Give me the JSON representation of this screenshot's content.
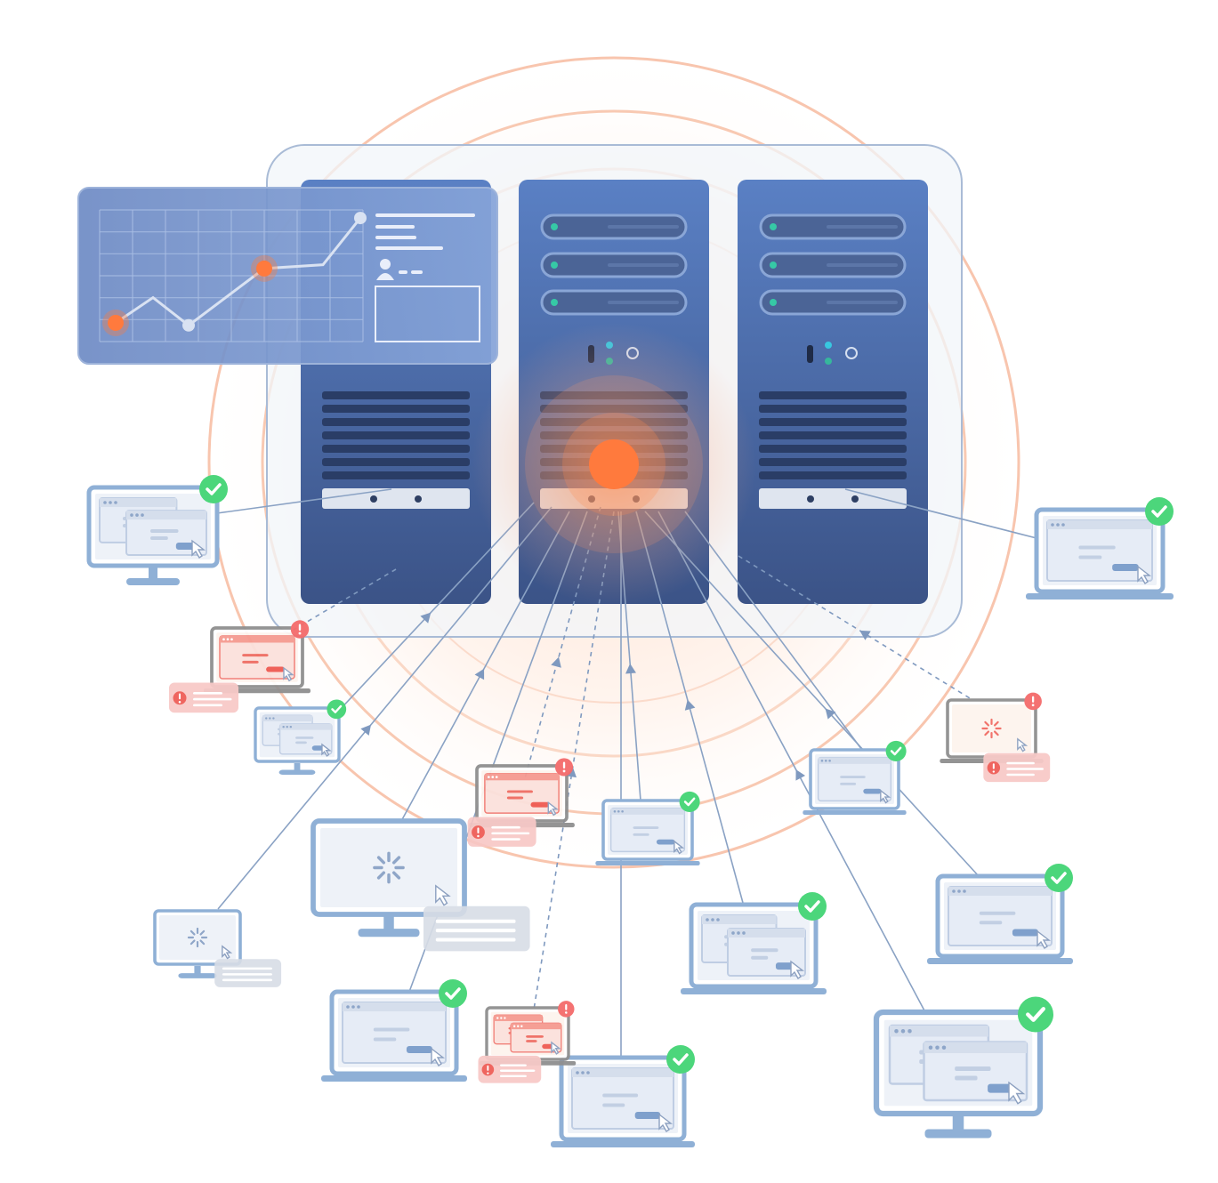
{
  "scene": "server-monitoring-network",
  "colors": {
    "server_body": "#4a6aa5",
    "server_dark": "#2b3f66",
    "ring": "#f5a079",
    "glow": "#ff7a3d",
    "link": "#8aa2c4",
    "client_stroke": "#8fb0d6",
    "client_screen": "#eef2f8",
    "ok": "#4cd67b",
    "error": "#f46b6b",
    "error_pale": "#f7c6c4",
    "neutral_tip": "#d7dde6"
  },
  "icons": {
    "ok": "check-badge-icon",
    "error": "exclamation-badge-icon",
    "loading": "spinner-icon",
    "cursor": "cursor-icon",
    "user": "user-icon"
  },
  "dashboard": {
    "chart_points": [
      0.12,
      0.32,
      0.1,
      0.55,
      0.58,
      0.95
    ],
    "highlighted_points": [
      0,
      3
    ]
  },
  "servers": [
    {
      "id": "server-left"
    },
    {
      "id": "server-center",
      "focused": true
    },
    {
      "id": "server-right"
    }
  ],
  "clients": [
    {
      "kind": "desktop",
      "status": "ok",
      "state": "windows",
      "link": "solid"
    },
    {
      "kind": "laptop",
      "status": "ok",
      "state": "window",
      "link": "solid"
    },
    {
      "kind": "laptop",
      "status": "error",
      "state": "window",
      "link": "dashed"
    },
    {
      "kind": "desktop",
      "status": "ok",
      "state": "windows",
      "link": "solid"
    },
    {
      "kind": "laptop",
      "status": "error",
      "state": "loading",
      "link": "dashed"
    },
    {
      "kind": "laptop",
      "status": "error",
      "state": "window",
      "link": "dashed"
    },
    {
      "kind": "laptop",
      "status": "ok",
      "state": "window",
      "link": "solid"
    },
    {
      "kind": "laptop",
      "status": "ok",
      "state": "window",
      "link": "solid"
    },
    {
      "kind": "desktop",
      "status": "loading",
      "state": "loading",
      "link": "solid"
    },
    {
      "kind": "desktop",
      "status": "loading",
      "state": "loading",
      "link": "solid"
    },
    {
      "kind": "laptop",
      "status": "ok",
      "state": "window",
      "link": "solid"
    },
    {
      "kind": "laptop",
      "status": "ok",
      "state": "windows",
      "link": "solid"
    },
    {
      "kind": "laptop",
      "status": "ok",
      "state": "window",
      "link": "solid"
    },
    {
      "kind": "laptop",
      "status": "ok",
      "state": "window",
      "link": "solid"
    },
    {
      "kind": "laptop",
      "status": "error",
      "state": "windows",
      "link": "dashed"
    },
    {
      "kind": "desktop",
      "status": "ok",
      "state": "windows",
      "link": "solid"
    }
  ]
}
